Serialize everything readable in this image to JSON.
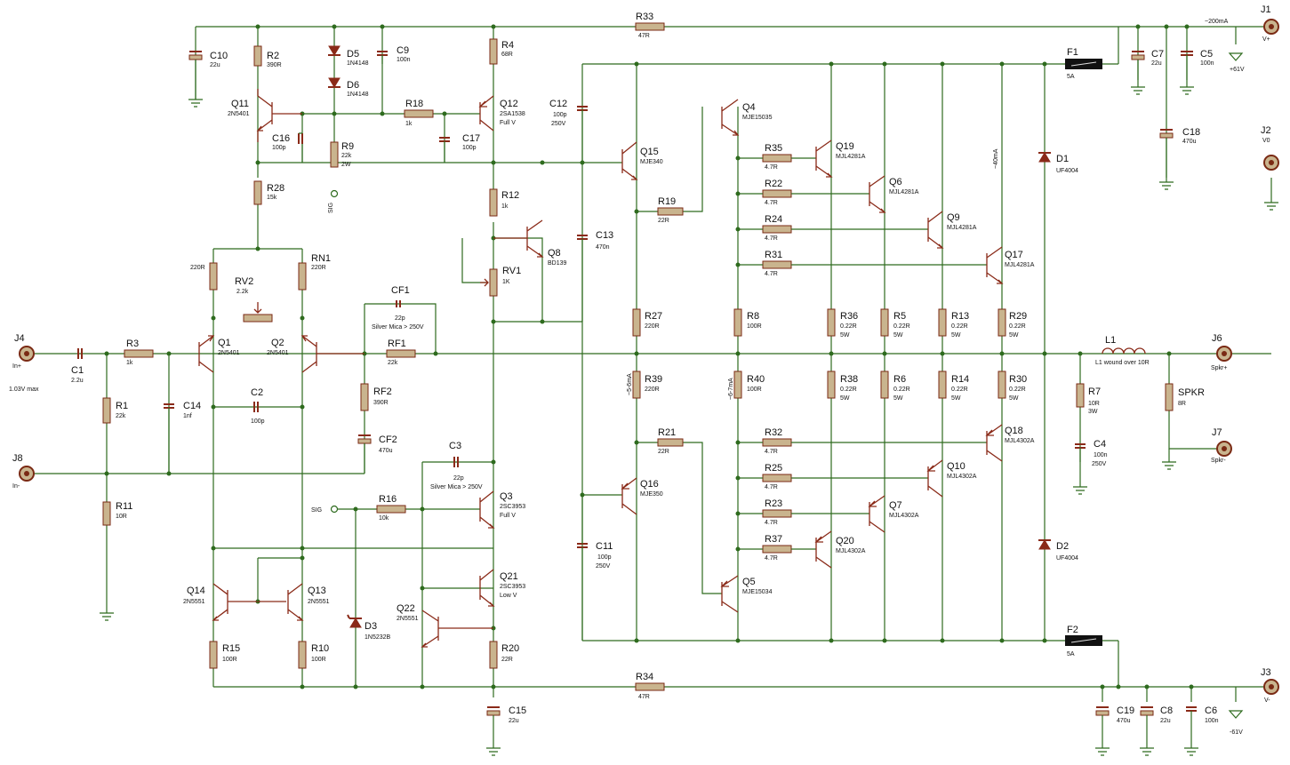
{
  "labels": {
    "C10": "C10",
    "C10v": "22u",
    "R2": "R2",
    "R2v": "390R",
    "D5": "D5",
    "D5v": "1N4148",
    "C9": "C9",
    "C9v": "100n",
    "D6": "D6",
    "D6v": "1N4148",
    "R4": "R4",
    "R4v": "68R",
    "R33": "R33",
    "R33v": "47R",
    "J1": "J1",
    "J1v": "V+",
    "i1": "~200mA",
    "F1": "F1",
    "F1v": "5A",
    "C7": "C7",
    "C7v": "22u",
    "C5": "C5",
    "C5v": "100n",
    "p61": "+61V",
    "Q11": "Q11",
    "Q11v": "2N5401",
    "C16": "C16",
    "C16v": "100p",
    "R9": "R9",
    "R9v1": "22k",
    "R9v2": "2W",
    "R18": "R18",
    "R18v": "1k",
    "C17": "C17",
    "C17v": "100p",
    "Q12": "Q12",
    "Q12v1": "2SA1538",
    "Q12v2": "Full V",
    "C12": "C12",
    "C12v1": "100p",
    "C12v2": "250V",
    "Q4": "Q4",
    "Q4v": "MJE15035",
    "Q15": "Q15",
    "Q15v": "MJE340",
    "R35": "R35",
    "R35v": "4.7R",
    "Q19": "Q19",
    "Q19v": "MJL4281A",
    "C18": "C18",
    "C18v": "470u",
    "J2": "J2",
    "J2v": "V0",
    "R28": "R28",
    "R28v": "15k",
    "SIG1": "SIG",
    "R12": "R12",
    "R12v": "1k",
    "R19": "R19",
    "R19v": "22R",
    "R22": "R22",
    "R22v": "4.7R",
    "Q6": "Q6",
    "Q6v": "MJL4281A",
    "i40": "~40mA",
    "D1": "D1",
    "D1v": "UF4004",
    "C13": "C13",
    "C13v": "470n",
    "Q8": "Q8",
    "Q8v": "BD139",
    "R24": "R24",
    "R24v": "4.7R",
    "Q9": "Q9",
    "Q9v": "MJL4281A",
    "RN1": "RN1",
    "RN1v": "220R",
    "R220": "220R",
    "RV2": "RV2",
    "RV2v": "2.2k",
    "RV1": "RV1",
    "RV1v": "1K",
    "R31": "R31",
    "R31v": "4.7R",
    "Q17": "Q17",
    "Q17v": "MJL4281A",
    "CF1": "CF1",
    "CF1v1": "22p",
    "CF1v2": "Silver Mica > 250V",
    "R27": "R27",
    "R27v": "220R",
    "R8": "R8",
    "R8v": "100R",
    "R36": "R36",
    "R5": "R5",
    "R13": "R13",
    "R29": "R29",
    "p22": "0.22R",
    "p5w": "5W",
    "J4": "J4",
    "J4v": "In+",
    "C1": "C1",
    "C1v": "2.2u",
    "R3": "R3",
    "R3v": "1k",
    "Q1": "Q1",
    "Q1v": "2N5401",
    "Q2": "Q2",
    "Q2v": "2N5401",
    "RF1": "RF1",
    "RF1v": "22k",
    "L1": "L1",
    "L1v": "L1 wound over 10R",
    "J6": "J6",
    "J6v": "Spkr+",
    "v103": "1.03V max",
    "R1": "R1",
    "R1v": "22k",
    "C14": "C14",
    "C14v": "1nf",
    "C2": "C2",
    "C2v": "100p",
    "RF2": "RF2",
    "RF2v": "390R",
    "i56": "~5-6mA",
    "R39": "R39",
    "R39v": "220R",
    "i67": "~6-7mA",
    "R40": "R40",
    "R40v": "100R",
    "R38": "R38",
    "R6": "R6",
    "R14": "R14",
    "R30": "R30",
    "R7": "R7",
    "R7v1": "10R",
    "R7v2": "3W",
    "SPKR": "SPKR",
    "SPKRv": "8R",
    "CF2": "CF2",
    "CF2v": "470u",
    "C3": "C3",
    "C3v1": "22p",
    "C3v2": "Silver Mica > 250V",
    "R21": "R21",
    "R21v": "22R",
    "R32": "R32",
    "R32v": "4.7R",
    "Q18": "Q18",
    "Q18v": "MJL4302A",
    "J7": "J7",
    "J7v": "Spkr-",
    "C4": "C4",
    "C4v1": "100n",
    "C4v2": "250V",
    "J8": "J8",
    "J8v": "In-",
    "Q16": "Q16",
    "Q16v": "MJE350",
    "R25": "R25",
    "R25v": "4.7R",
    "Q10": "Q10",
    "Q10v": "MJL4302A",
    "SIG2": "SIG",
    "R16": "R16",
    "R16v": "10k",
    "Q3": "Q3",
    "Q3v1": "2SC3953",
    "Q3v2": "Full V",
    "R23": "R23",
    "R23v": "4.7R",
    "Q7": "Q7",
    "Q7v": "MJL4302A",
    "R11": "R11",
    "R11v": "10R",
    "C11": "C11",
    "C11v1": "100p",
    "C11v2": "250V",
    "R37": "R37",
    "R37v": "4.7R",
    "Q20": "Q20",
    "Q20v": "MJL4302A",
    "D2": "D2",
    "D2v": "UF4004",
    "Q21": "Q21",
    "Q21v1": "2SC3953",
    "Q21v2": "Low V",
    "Q14": "Q14",
    "Q14v": "2N5551",
    "Q13": "Q13",
    "Q13v": "2N5551",
    "Q5": "Q5",
    "Q5v": "MJE15034",
    "Q22": "Q22",
    "Q22v": "2N5551",
    "D3": "D3",
    "D3v": "1N5232B",
    "R15": "R15",
    "R15v": "100R",
    "R10": "R10",
    "R10v": "100R",
    "R20": "R20",
    "R20v": "22R",
    "F2": "F2",
    "F2v": "5A",
    "R34": "R34",
    "R34v": "47R",
    "J3": "J3",
    "J3v": "V-",
    "C15": "C15",
    "C15v": "22u",
    "C19": "C19",
    "C19v": "470u",
    "C8": "C8",
    "C8v": "22u",
    "C6": "C6",
    "C6v": "100n",
    "m61": "-61V"
  },
  "colors": {
    "wire": "#2e6b1e",
    "component": "#8a2a18",
    "body": "#c9b48e"
  }
}
